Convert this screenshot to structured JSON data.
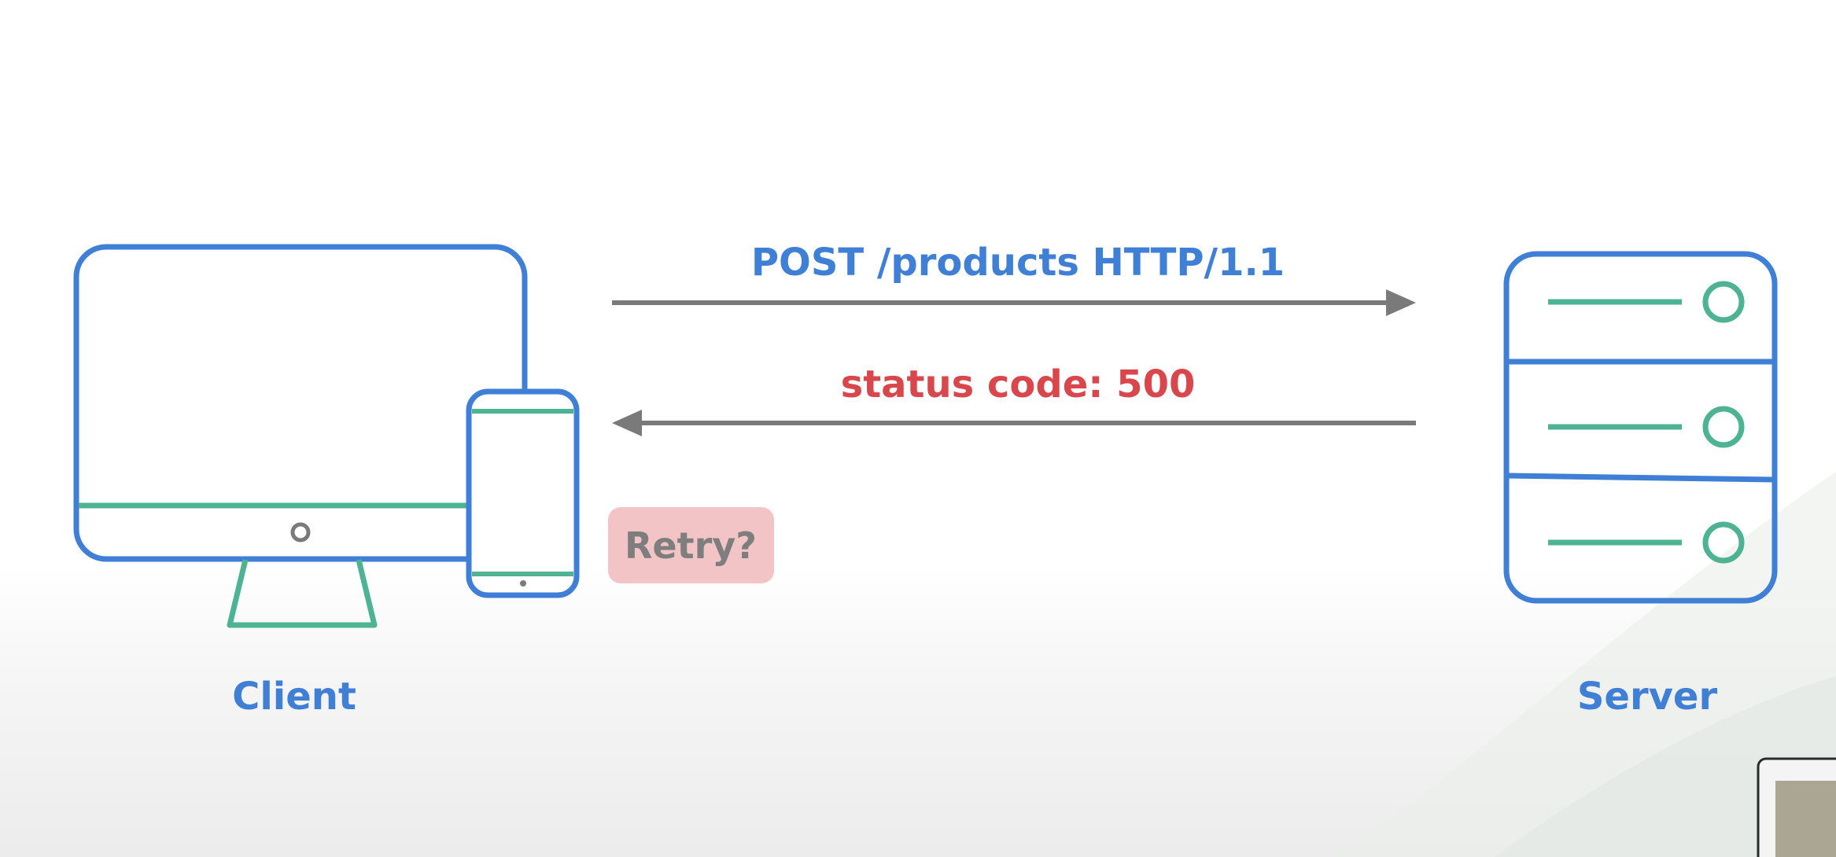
{
  "diagram": {
    "request_label": "POST /products HTTP/1.1",
    "response_label": "status code: 500",
    "retry_label": "Retry?",
    "client_label": "Client",
    "server_label": "Server"
  },
  "colors": {
    "blue": "#3f7fd6",
    "green": "#4db393",
    "red": "#d9474c",
    "arrow_gray": "#7a7a7a",
    "retry_bg": "#f3c4c5",
    "retry_text": "#7e7e7e"
  }
}
